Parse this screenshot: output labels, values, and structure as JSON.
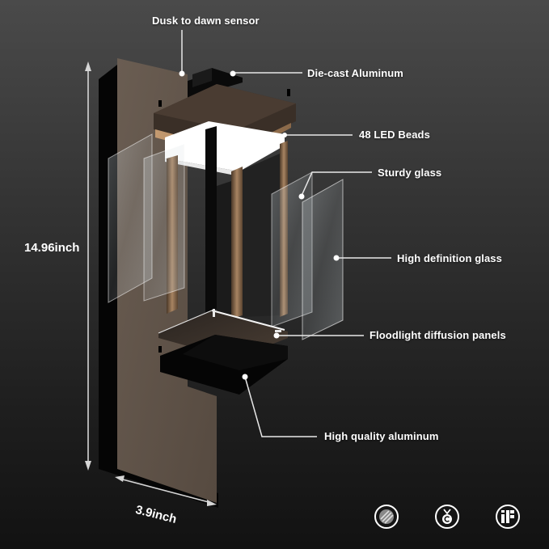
{
  "callouts": {
    "dusk_sensor": "Dusk to dawn sensor",
    "die_cast": "Die-cast Aluminum",
    "led_beads": "48 LED Beads",
    "sturdy_glass": "Sturdy glass",
    "hd_glass": "High definition glass",
    "diffusion": "Floodlight diffusion panels",
    "aluminum": "High quality aluminum"
  },
  "dimensions": {
    "height": "14.96inch",
    "width": "3.9inch"
  },
  "certifications": [
    {
      "icon": "globe-stripes-icon"
    },
    {
      "icon": "medal-c-icon"
    },
    {
      "icon": "if-design-award-icon"
    }
  ],
  "colors": {
    "bronze": "#5e5248",
    "bronze_light": "#a0805e",
    "frame_dark": "#0c0c0c",
    "callout_line": "#e8e8e8"
  }
}
